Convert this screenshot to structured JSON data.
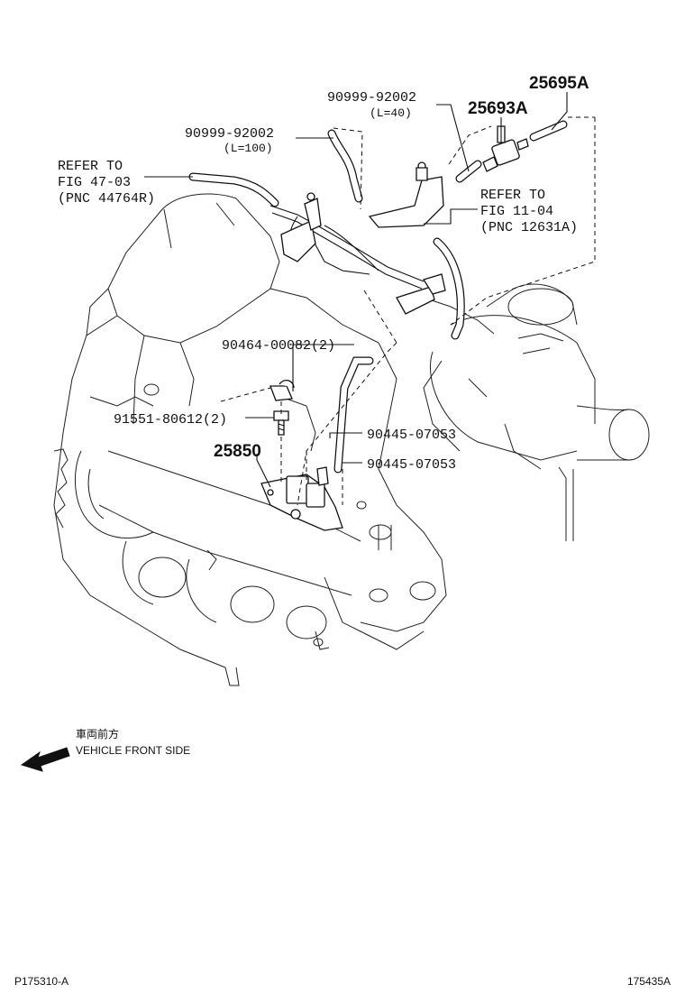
{
  "labels": {
    "p25695A": "25695A",
    "p25693A": "25693A",
    "p90999_92002_a": "90999-92002",
    "p90999_92002_a_len": "(L=40)",
    "p90999_92002_b": "90999-92002",
    "p90999_92002_b_len": "(L=100)",
    "refer_a_1": "REFER TO",
    "refer_a_2": "FIG 47-03",
    "refer_a_3": "(PNC 44764R)",
    "refer_b_1": "REFER TO",
    "refer_b_2": "FIG 11-04",
    "refer_b_3": "(PNC 12631A)",
    "p90464": "90464-00082(2)",
    "p91551": "91551-80612(2)",
    "p90445_a": "90445-07053",
    "p90445_b": "90445-07053",
    "p25850": "25850"
  },
  "direction": {
    "japanese": "車両前方",
    "english": "VEHICLE FRONT SIDE",
    "arrow_icon": "arrow-left-icon"
  },
  "footer": {
    "left_code": "P175310-A",
    "right_code": "175435A"
  }
}
